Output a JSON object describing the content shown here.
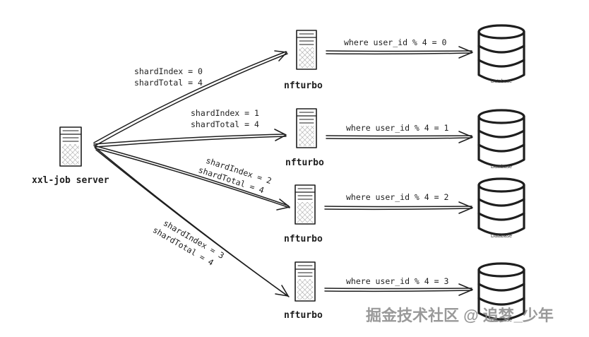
{
  "source": {
    "label": "xxl-job server"
  },
  "nodes": [
    {
      "label": "nfturbo",
      "shard_lines": [
        "shardIndex = 0",
        "shardTotal = 4"
      ],
      "query": "where user_id % 4 = 0",
      "db_label": "Database"
    },
    {
      "label": "nfturbo",
      "shard_lines": [
        "shardIndex = 1",
        "shardTotal = 4"
      ],
      "query": "where user_id % 4 = 1",
      "db_label": "Database"
    },
    {
      "label": "nfturbo",
      "shard_lines": [
        "shardIndex = 2",
        "shardTotal = 4"
      ],
      "query": "where user_id % 4 = 2",
      "db_label": "Database"
    },
    {
      "label": "nfturbo",
      "shard_lines": [
        "shardIndex = 3",
        "shardTotal = 4"
      ],
      "query": "where user_id % 4 = 3",
      "db_label": "Database"
    }
  ],
  "watermark": "掘金技术社区 @ 追梦_少年"
}
